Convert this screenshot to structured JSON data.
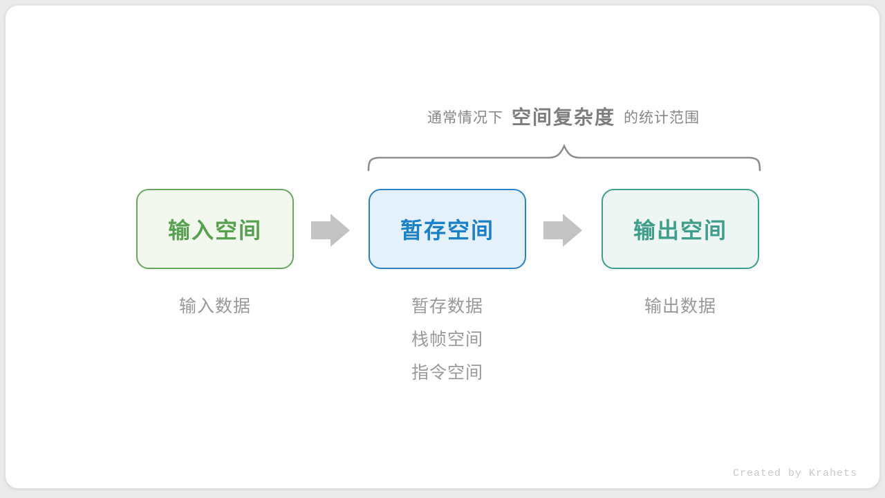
{
  "page": {
    "background_color": "#ebebeb",
    "card_color": "#ffffff"
  },
  "caption": {
    "prefix": "通常情况下",
    "emphasis": "空间复杂度",
    "suffix": "的统计范围",
    "color": "#868686",
    "emphasis_color": "#7d7d7d"
  },
  "brace": {
    "icon": "curly-brace-top",
    "color": "#8d8d8d"
  },
  "arrow": {
    "icon": "right-block-arrow",
    "color": "#c3c3c3"
  },
  "boxes": [
    {
      "label": "输入空间",
      "text_color": "#56a04f",
      "border_color": "#68a65e",
      "fill_color": "#f2f8ee",
      "notes": [
        "输入数据"
      ]
    },
    {
      "label": "暂存空间",
      "text_color": "#1a80c7",
      "border_color": "#2a82c5",
      "fill_color": "#e4f1fb",
      "notes": [
        "暂存数据",
        "栈帧空间",
        "指令空间"
      ]
    },
    {
      "label": "输出空间",
      "text_color": "#3e9d8b",
      "border_color": "#3e9e8e",
      "fill_color": "#edf6f2",
      "notes": [
        "输出数据"
      ]
    }
  ],
  "notes_color": "#999999",
  "footer": {
    "credit": "Created by Krahets",
    "color": "#c9c9c9"
  }
}
